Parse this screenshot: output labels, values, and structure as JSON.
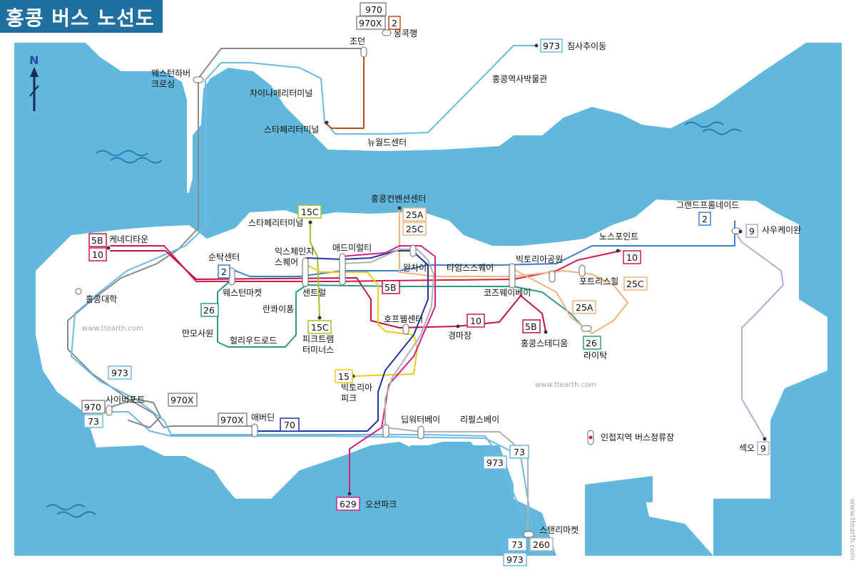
{
  "title": "홍콩 버스 노선도",
  "north": "N",
  "watermark": "www.ttearth.com",
  "watermark_side": "www.ttearth.com",
  "legend": {
    "label": "인접지역  버스정류장"
  },
  "colors": {
    "water": "#62b8dc",
    "land": "#ffffff",
    "title_bg": "#1f6fa0",
    "r970": "#8a8a8a",
    "r970x": "#8a8a8a",
    "r2": "#3b7fd0",
    "r973": "#6cb8e6",
    "r73": "#6cb8e6",
    "r10": "#d01c4a",
    "r5b": "#c0143c",
    "r26": "#2a9a8a",
    "r25a": "#f3b27e",
    "r25c": "#f3b27e",
    "r15c": "#9cc62b",
    "r15": "#f0cc1a",
    "r70": "#22369e",
    "r629": "#d2228a",
    "r260": "#b0b0b0",
    "r9": "#b7a9d6"
  },
  "stops": {
    "jordan": "조던",
    "mongkok": "몽콕행",
    "tst": "침사추이동",
    "wh_crossing": "웨스턴하버\n크로싱",
    "china_ferry": "차이나페리터미널",
    "hk_museum": "홍콩역사박물관",
    "star_ferry_n": "스타페리터미널",
    "new_world": "뉴월드센터",
    "hkcec": "홍콩컨벤션센터",
    "star_ferry_c": "스타페리터미널",
    "kennedy": "케네디타운",
    "shun_tak": "순탁센터",
    "western_mkt": "웨스턴마켓",
    "exchange": "익스체인지\n스퀘어",
    "admiralty": "애드미럴티",
    "wanchai": "완차이",
    "times_sq": "타임스스퀘어",
    "victoria_park": "빅토리아공원",
    "north_point": "노스포인트",
    "grand_prom": "그랜드프롬네이드",
    "sai_wan_ho": "사우케이완",
    "central": "센트럴",
    "lan_kwai": "란콰이퐁",
    "causeway": "코즈웨이베이",
    "fortress": "포트리스힐",
    "hku": "홍콩대학",
    "mansion": "만모사원",
    "hollywood": "헐리우드로드",
    "peak_tram": "피크트램\n터미너스",
    "hopewell": "호프웰센터",
    "racecourse": "경마장",
    "hk_stadium": "홍콩스테디움",
    "tai_hang": "라이탁",
    "victoria_peak": "빅토리아\n피크",
    "cyberport": "사이버포트",
    "aberdeen": "애버딘",
    "deep_water": "딥워터베이",
    "repulse": "리펄스베이",
    "ocean_park": "오션파크",
    "stanley": "스탠리마켓",
    "shek_o": "섹오"
  },
  "badges": {
    "b970_top": "970",
    "b970x_top": "970X",
    "b2_top": "2",
    "b973_top": "973",
    "b15c_top": "15C",
    "b25a_top": "25A",
    "b25c_top": "25C",
    "b5b_left": "5B",
    "b10_left": "10",
    "b2_shuntak": "2",
    "b26_left": "26",
    "b5b_mid": "5B",
    "b15c_bot": "15C",
    "b10_np": "10",
    "b25c_ft": "25C",
    "b25a_mid": "25A",
    "b10_race": "10",
    "b5b_stad": "5B",
    "b26_tai": "26",
    "b2_grand": "2",
    "b9_sai": "9",
    "b973_hku": "973",
    "b970_cyb": "970",
    "b73_cyb": "73",
    "b970x_mid": "970X",
    "b970x_ab": "970X",
    "b70_ab": "70",
    "b15_peak": "15",
    "b73_rep": "73",
    "b973_rep": "973",
    "b629_op": "629",
    "b73_st": "73",
    "b260_st": "260",
    "b973_st": "973",
    "b9_shek": "9"
  }
}
